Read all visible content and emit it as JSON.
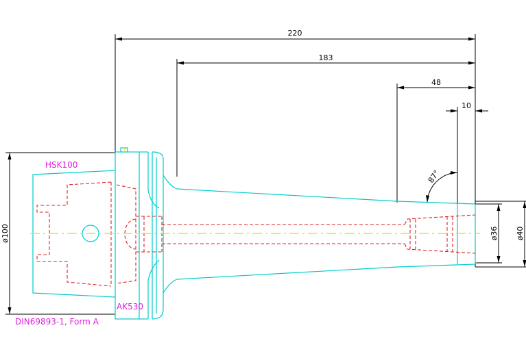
{
  "drawing": {
    "dimensions": {
      "overall_length": "220",
      "taper_length": "183",
      "nose_length": "48",
      "bore_depth": "10",
      "angle": "87°",
      "bore_diameter": "ø36",
      "outer_diameter": "ø40",
      "flange_diameter": "ø100"
    },
    "labels": {
      "interface": "HSK100",
      "thread_label": "AK530",
      "standard": "DIN69893-1, Form A"
    },
    "colors": {
      "outline": "#00cccc",
      "hidden": "#e02020",
      "centerline": "#e8e800",
      "label": "#e020e0",
      "dimension": "#000000"
    }
  }
}
